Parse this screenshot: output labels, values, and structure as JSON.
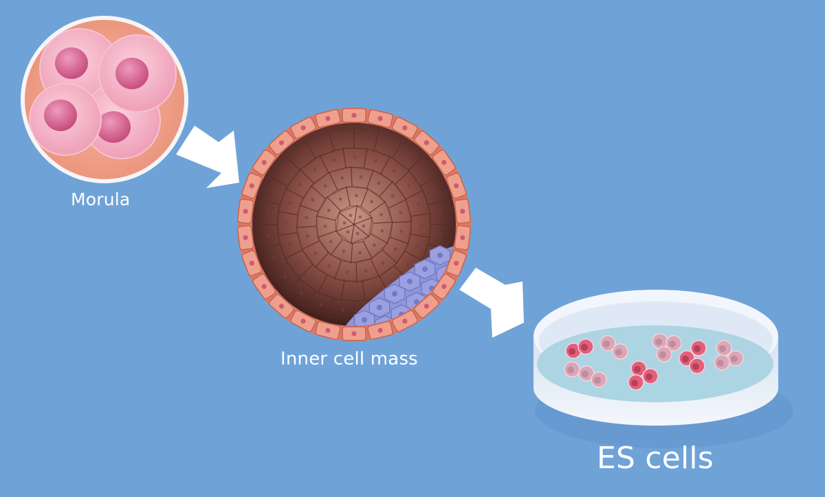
{
  "labels": {
    "morula": "Morula",
    "inner_cell_mass": "Inner cell mass",
    "es_cells": "ES cells"
  },
  "colors": {
    "background": "#6fa3d8",
    "morula_cell": "#f2aac0",
    "nucleus": "#d9618f",
    "trophoblast": "#e8907c",
    "blastocoel": "#8a5046",
    "inner_cell_mass": "#8f95d8",
    "dish": "#eef3fb",
    "medium": "#a9d3e2",
    "es_cell": "#e2607a",
    "arrow": "#ffffff"
  },
  "icons": [
    "morula-icon",
    "blastocyst-icon",
    "petri-dish-icon",
    "arrow-right-icon"
  ]
}
